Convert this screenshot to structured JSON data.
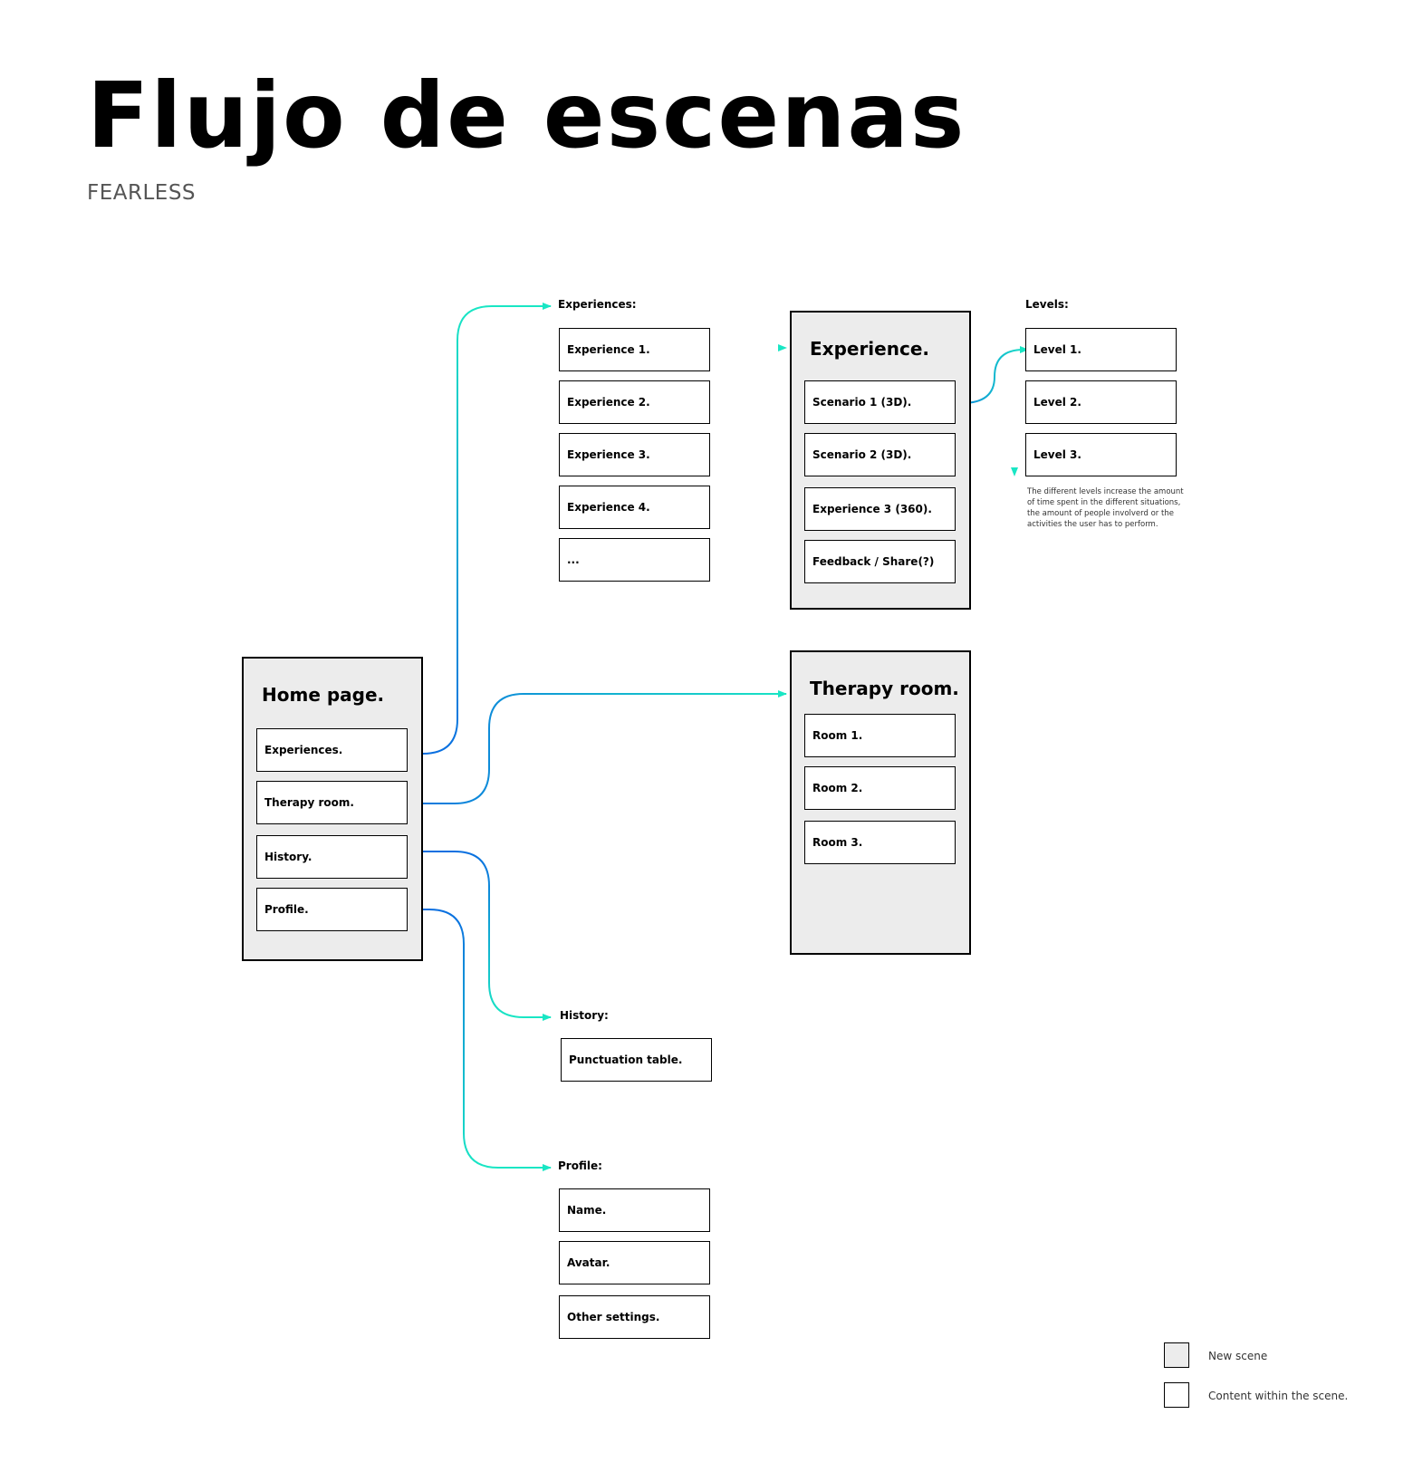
{
  "header": {
    "title": "Flujo de escenas",
    "subtitle": "FEARLESS"
  },
  "home": {
    "title": "Home page.",
    "items": [
      "Experiences.",
      "Therapy room.",
      "History.",
      "Profile."
    ]
  },
  "experiences_list": {
    "label": "Experiences:",
    "items": [
      "Experience 1.",
      "Experience 2.",
      "Experience 3.",
      "Experience 4.",
      "..."
    ]
  },
  "experience_scene": {
    "title": "Experience.",
    "items": [
      "Scenario 1 (3D).",
      "Scenario 2 (3D).",
      "Experience 3 (360).",
      "Feedback / Share(?)"
    ]
  },
  "levels": {
    "label": "Levels:",
    "items": [
      "Level 1.",
      "Level 2.",
      "Level 3."
    ],
    "note": "The different levels increase the amount of time spent in the different situations, the amount of people involverd or the activities the user has to perform."
  },
  "therapy_scene": {
    "title": "Therapy room.",
    "items": [
      "Room 1.",
      "Room 2.",
      "Room 3."
    ]
  },
  "history_list": {
    "label": "History:",
    "items": [
      "Punctuation table."
    ]
  },
  "profile_list": {
    "label": "Profile:",
    "items": [
      "Name.",
      "Avatar.",
      "Other settings."
    ]
  },
  "legend": {
    "new_scene": "New scene",
    "content": "Content within the scene."
  },
  "colors": {
    "scene_fill": "#ececec",
    "wire_start": "#0a6fe0",
    "wire_end": "#19e6c4"
  }
}
